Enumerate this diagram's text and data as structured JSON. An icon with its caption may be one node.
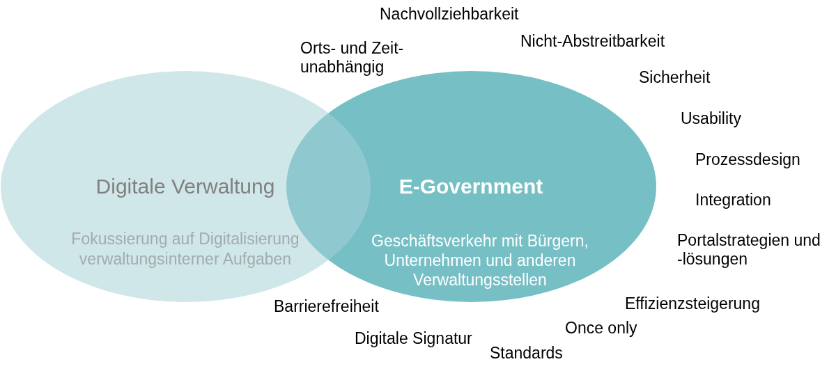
{
  "diagram": {
    "nodes": [
      {
        "text": [
          "Digitale Verwaltung",
          "Fokussierung auf Digitalisierung verwaltungsinterner Aufgaben"
        ]
      },
      {
        "text": [
          "E-Government",
          "Geschäftsverkehr mit Bürgern, Unternehmen und anderen Verwaltungsstellen"
        ]
      }
    ],
    "labels": [
      "Nachvollziehbarkeit",
      "Nicht-Abstreitbarkeit",
      "Orts- und Zeit- unabhängig",
      "Sicherheit",
      "Usability",
      "Prozessdesign",
      "Integration",
      "Portalstrategien und -lösungen",
      "Effizienzsteigerung",
      "Barrierefreiheit",
      "Once only",
      "Digitale Signatur",
      "Standards"
    ]
  }
}
